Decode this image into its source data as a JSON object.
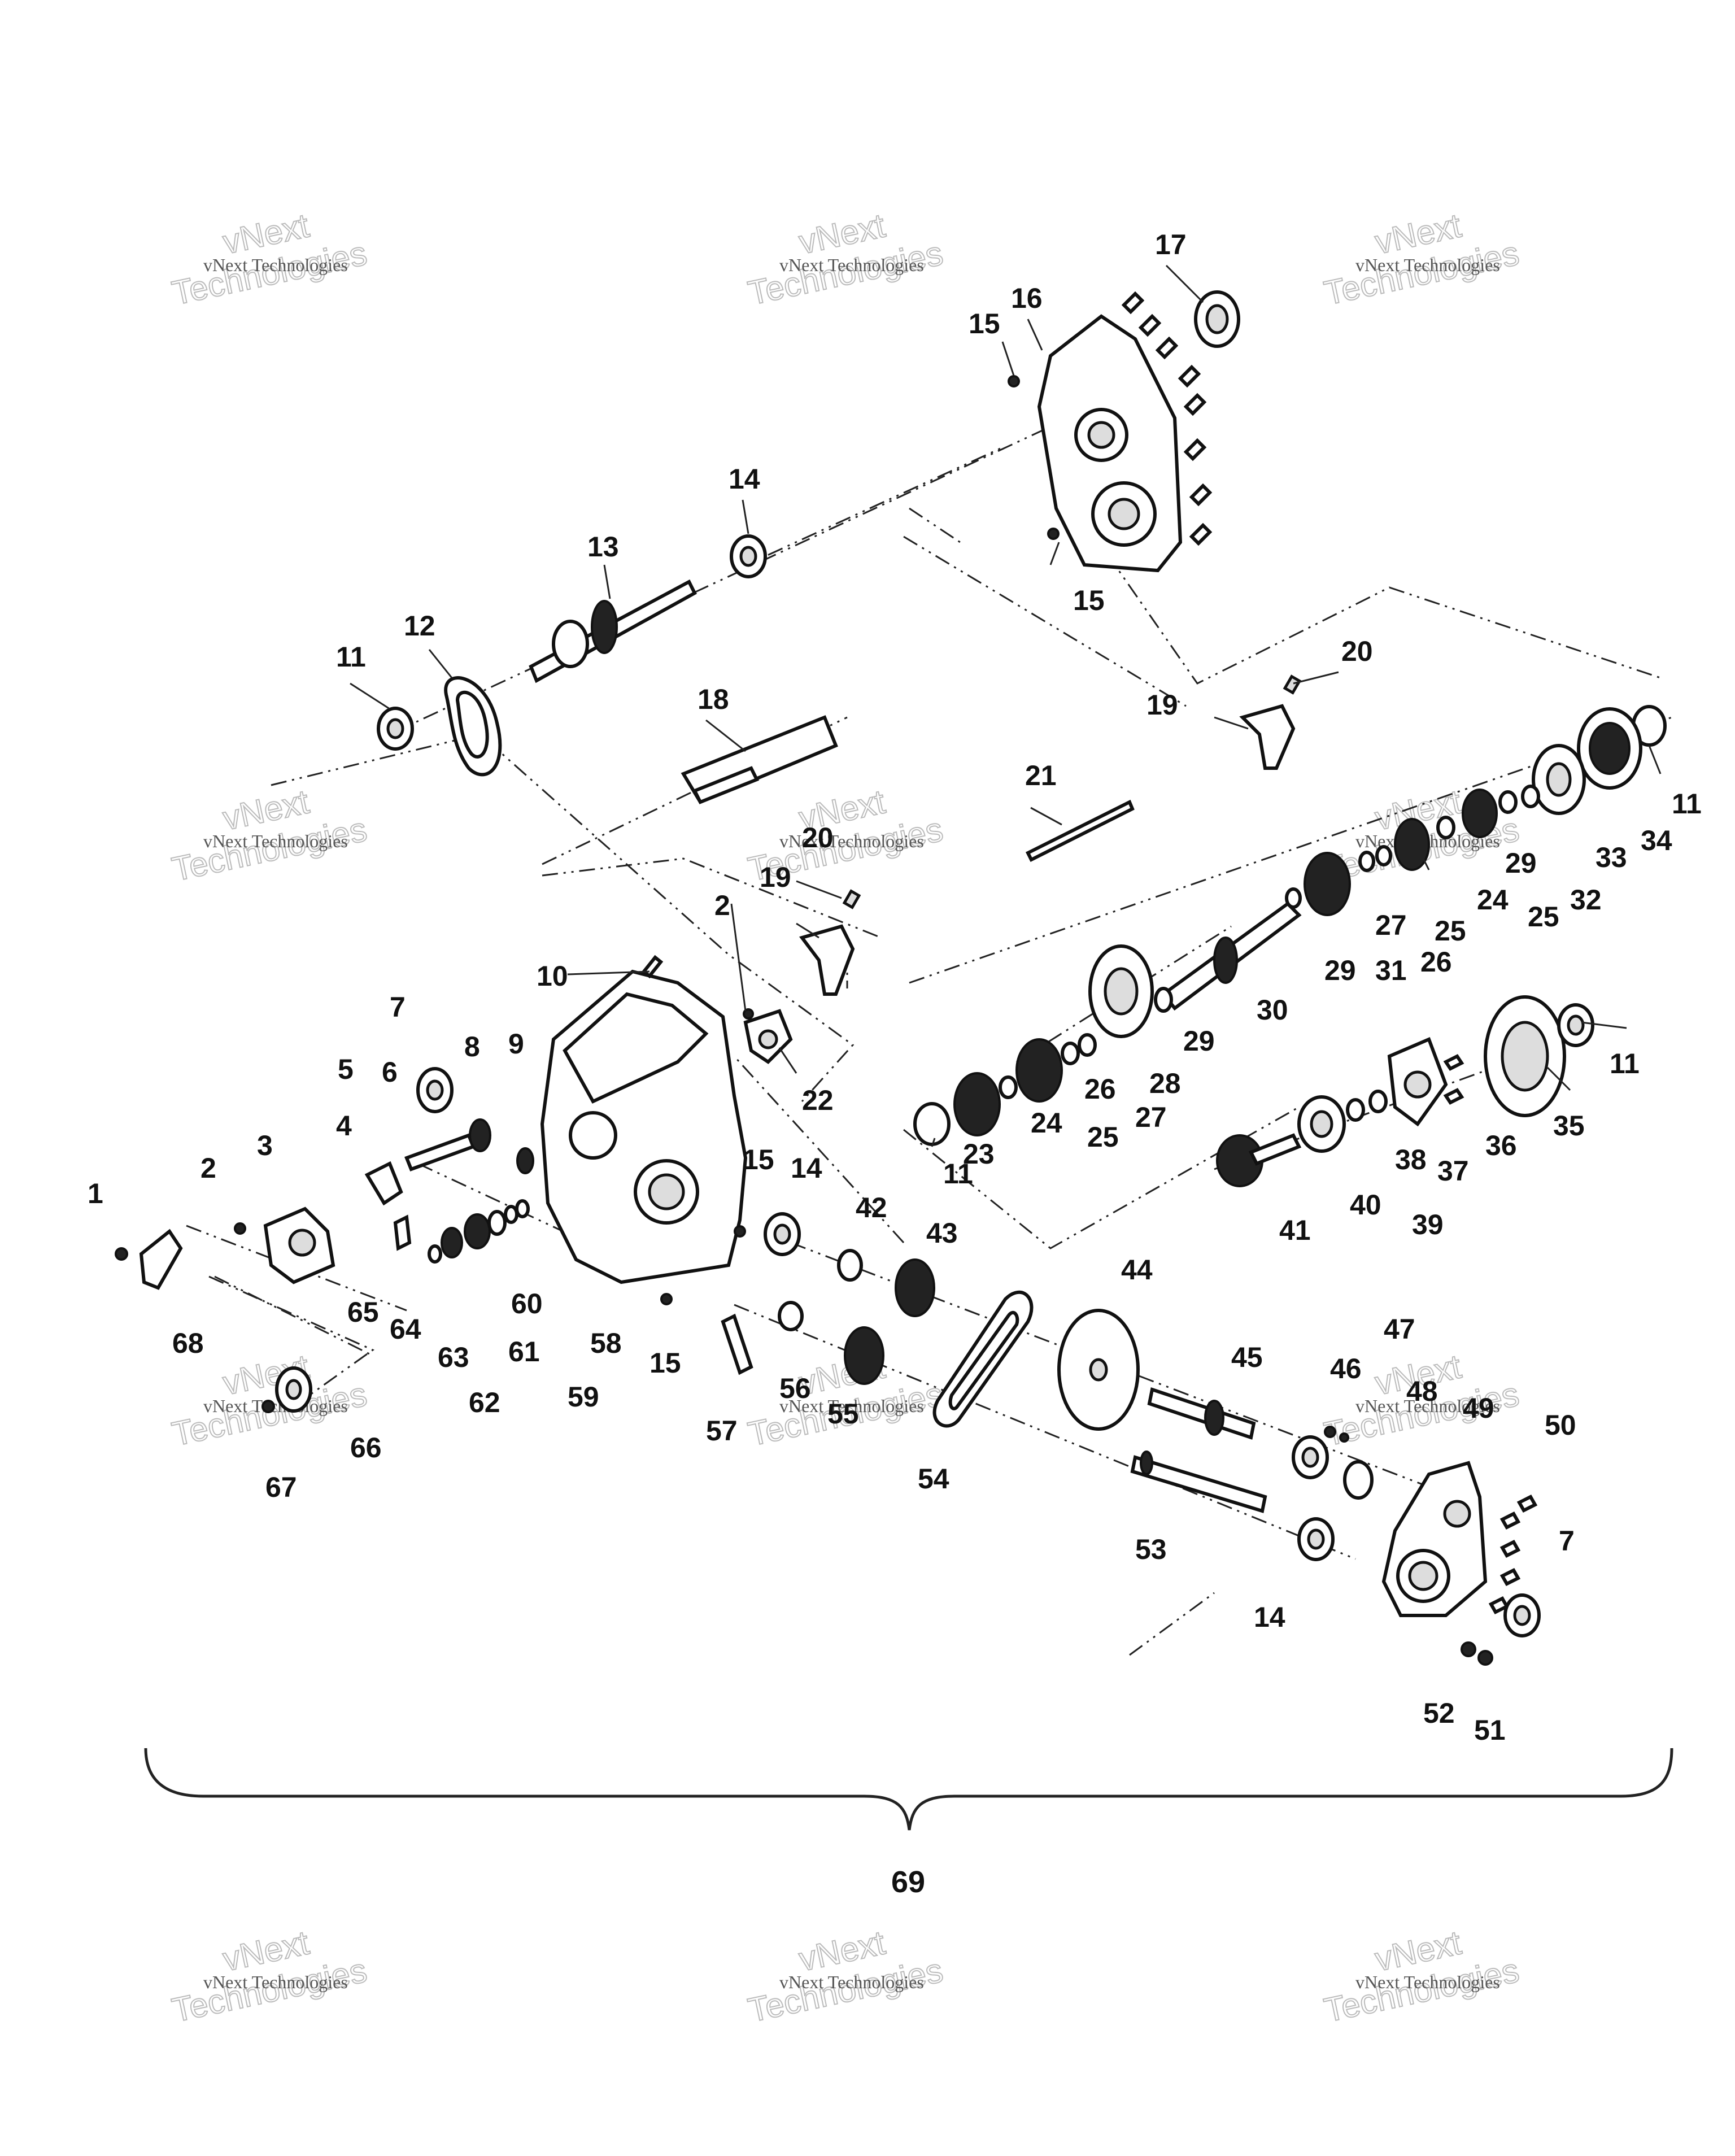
{
  "watermarks": [
    {
      "line1": "vNext",
      "line2": "Technologies"
    },
    {
      "line1": "vNext",
      "line2": "Technologies"
    },
    {
      "line1": "vNext",
      "line2": "Technologies"
    },
    {
      "line1": "vNext",
      "line2": "Technologies"
    },
    {
      "line1": "vNext",
      "line2": "Technologies"
    },
    {
      "line1": "vNext",
      "line2": "Technologies"
    },
    {
      "line1": "vNext",
      "line2": "Technologies"
    },
    {
      "line1": "vNext",
      "line2": "Technologies"
    },
    {
      "line1": "vNext",
      "line2": "Technologies"
    },
    {
      "line1": "vNext",
      "line2": "Technologies"
    },
    {
      "line1": "vNext",
      "line2": "Technologies"
    }
  ],
  "watermark_small_text": "vNext Technologies",
  "callouts": [
    "1",
    "2",
    "3",
    "4",
    "5",
    "6",
    "7",
    "8",
    "9",
    "10",
    "11",
    "12",
    "13",
    "14",
    "15",
    "16",
    "17",
    "18",
    "19",
    "20",
    "21",
    "22",
    "23",
    "24",
    "25",
    "26",
    "27",
    "28",
    "29",
    "30",
    "31",
    "32",
    "33",
    "34",
    "35",
    "36",
    "37",
    "38",
    "39",
    "40",
    "41",
    "42",
    "43",
    "44",
    "45",
    "46",
    "47",
    "48",
    "49",
    "50",
    "51",
    "52",
    "53",
    "54",
    "55",
    "56",
    "57",
    "58",
    "59",
    "60",
    "61",
    "62",
    "63",
    "64",
    "65",
    "66",
    "67",
    "68"
  ],
  "callout_labels": {
    "c1": "1",
    "c2a": "2",
    "c2b": "2",
    "c3": "3",
    "c4": "4",
    "c5": "5",
    "c6": "6",
    "c7a": "7",
    "c7b": "7",
    "c8": "8",
    "c9": "9",
    "c10": "10",
    "c11a": "11",
    "c11b": "11",
    "c11c": "11",
    "c11d": "11",
    "c12": "12",
    "c13": "13",
    "c14a": "14",
    "c14b": "14",
    "c14c": "14",
    "c15a": "15",
    "c15b": "15",
    "c15c": "15",
    "c15d": "15",
    "c16": "16",
    "c17": "17",
    "c18": "18",
    "c19a": "19",
    "c19b": "19",
    "c20a": "20",
    "c20b": "20",
    "c21": "21",
    "c22": "22",
    "c23": "23",
    "c24a": "24",
    "c24b": "24",
    "c25a": "25",
    "c25b": "25",
    "c25c": "25",
    "c26a": "26",
    "c26b": "26",
    "c27a": "27",
    "c27b": "27",
    "c28": "28",
    "c29a": "29",
    "c29b": "29",
    "c29c": "29",
    "c30": "30",
    "c31": "31",
    "c32": "32",
    "c33": "33",
    "c34": "34",
    "c35": "35",
    "c36": "36",
    "c37": "37",
    "c38": "38",
    "c39": "39",
    "c40": "40",
    "c41": "41",
    "c42": "42",
    "c43": "43",
    "c44": "44",
    "c45": "45",
    "c46": "46",
    "c47": "47",
    "c48": "48",
    "c49": "49",
    "c50": "50",
    "c51": "51",
    "c52": "52",
    "c53": "53",
    "c54": "54",
    "c55": "55",
    "c56": "56",
    "c57": "57",
    "c58": "58",
    "c59": "59",
    "c60": "60",
    "c61": "61",
    "c62": "62",
    "c63": "63",
    "c64": "64",
    "c65": "65",
    "c66": "66",
    "c67": "67",
    "c68": "68"
  },
  "assembly_label": "69"
}
